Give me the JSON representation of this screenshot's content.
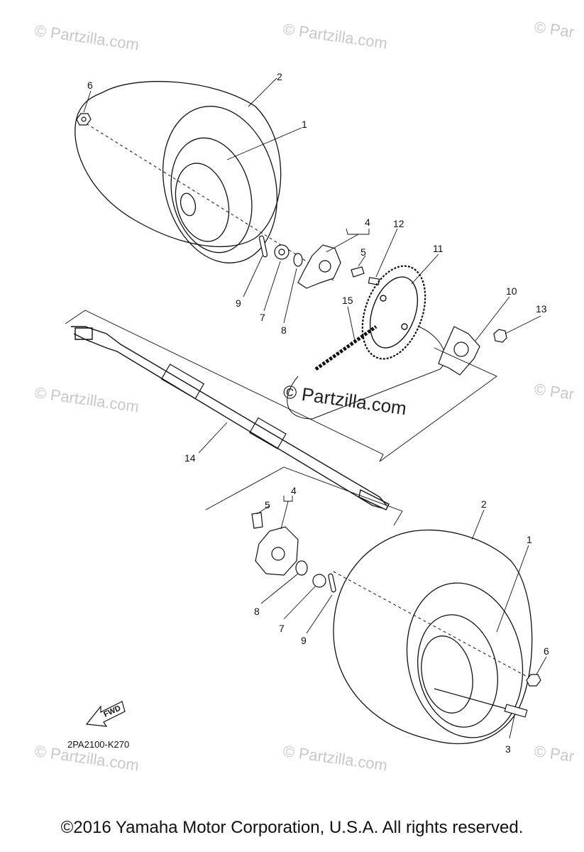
{
  "watermarks": [
    "© Partzilla.com",
    "© Partzilla.com",
    "© Par",
    "© Partzilla.com",
    "© Par",
    "© Partzilla.com",
    "© Partzilla.com",
    "© Par"
  ],
  "center_watermark": "© Partzilla.com",
  "callouts": {
    "top": [
      "6",
      "2",
      "1",
      "4",
      "5",
      "12",
      "11",
      "10",
      "13",
      "15",
      "9",
      "7",
      "8",
      "14"
    ],
    "bottom": [
      "4",
      "5",
      "2",
      "1",
      "8",
      "7",
      "9",
      "6",
      "3"
    ]
  },
  "fwd_label": "FWD",
  "diagram_code": "2PA2100-K270",
  "copyright": "©2016  Yamaha Motor Corporation, U.S.A. All rights reserved."
}
